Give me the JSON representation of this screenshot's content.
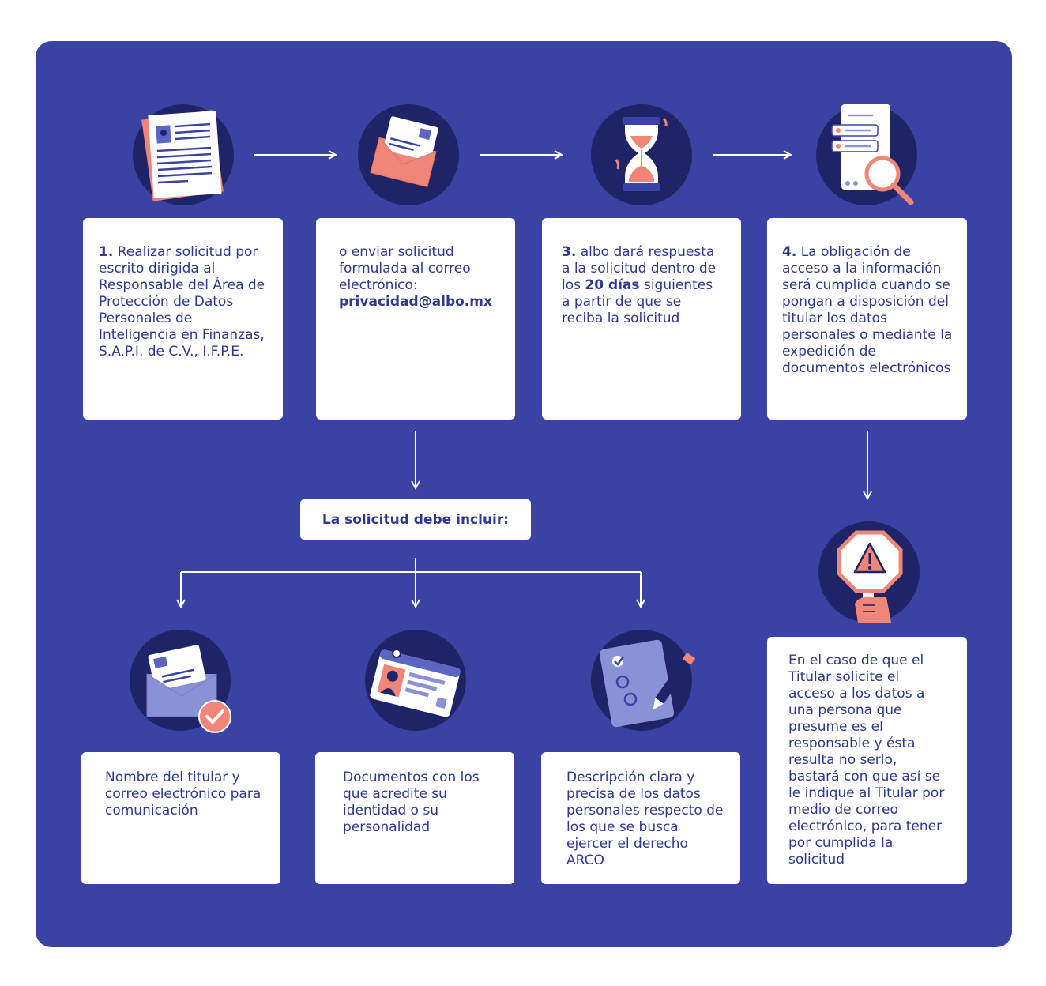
{
  "colors": {
    "panel": "#3a43a4",
    "circle": "#1e2467",
    "text": "#2f388f",
    "accent": "#f08677",
    "lavender": "#8a91d6"
  },
  "steps": {
    "step1": {
      "num": "1.",
      "text": "Realizar solicitud por escrito dirigida al Responsable del Área de Protección de Datos Personales de Inteligencia en Finanzas, S.A.P.I. de C.V., I.F.P.E."
    },
    "step2": {
      "text": "o enviar solicitud formulada al correo electrónico:",
      "email": "privacidad@albo.mx"
    },
    "step3": {
      "num": "3.",
      "pre": "albo dará respuesta a la solicitud dentro de los ",
      "bold": "20 días",
      "post": " siguientes a partir de que se reciba la solicitud"
    },
    "step4": {
      "num": "4.",
      "text": "La obligación de acceso a la información será cumplida cuando se pongan a disposición del titular los datos personales o mediante la expedición de documentos electrónicos"
    }
  },
  "include_label": "La solicitud debe incluir:",
  "requirements": {
    "name_email": "Nombre del titular y correo electrónico para comunicación",
    "documents": "Documentos con los que acredite su identidad o su personalidad",
    "description": "Descripción clara y precisa de los datos personales respecto de los que se busca ejercer el derecho ARCO"
  },
  "warning_text": "En el caso de que el Titular solicite el acceso a los datos a una persona que presume es el responsable y ésta resulta no serlo, bastará con que así se le indique al Titular por medio de correo electrónico, para tener por cumplida la solicitud",
  "icons": {
    "document": "document-icon",
    "envelope": "envelope-icon",
    "hourglass": "hourglass-icon",
    "search_document": "search-document-icon",
    "warning_sign": "warning-sign-icon",
    "envelope_check": "envelope-check-icon",
    "id_card": "id-card-icon",
    "checklist": "checklist-icon"
  }
}
